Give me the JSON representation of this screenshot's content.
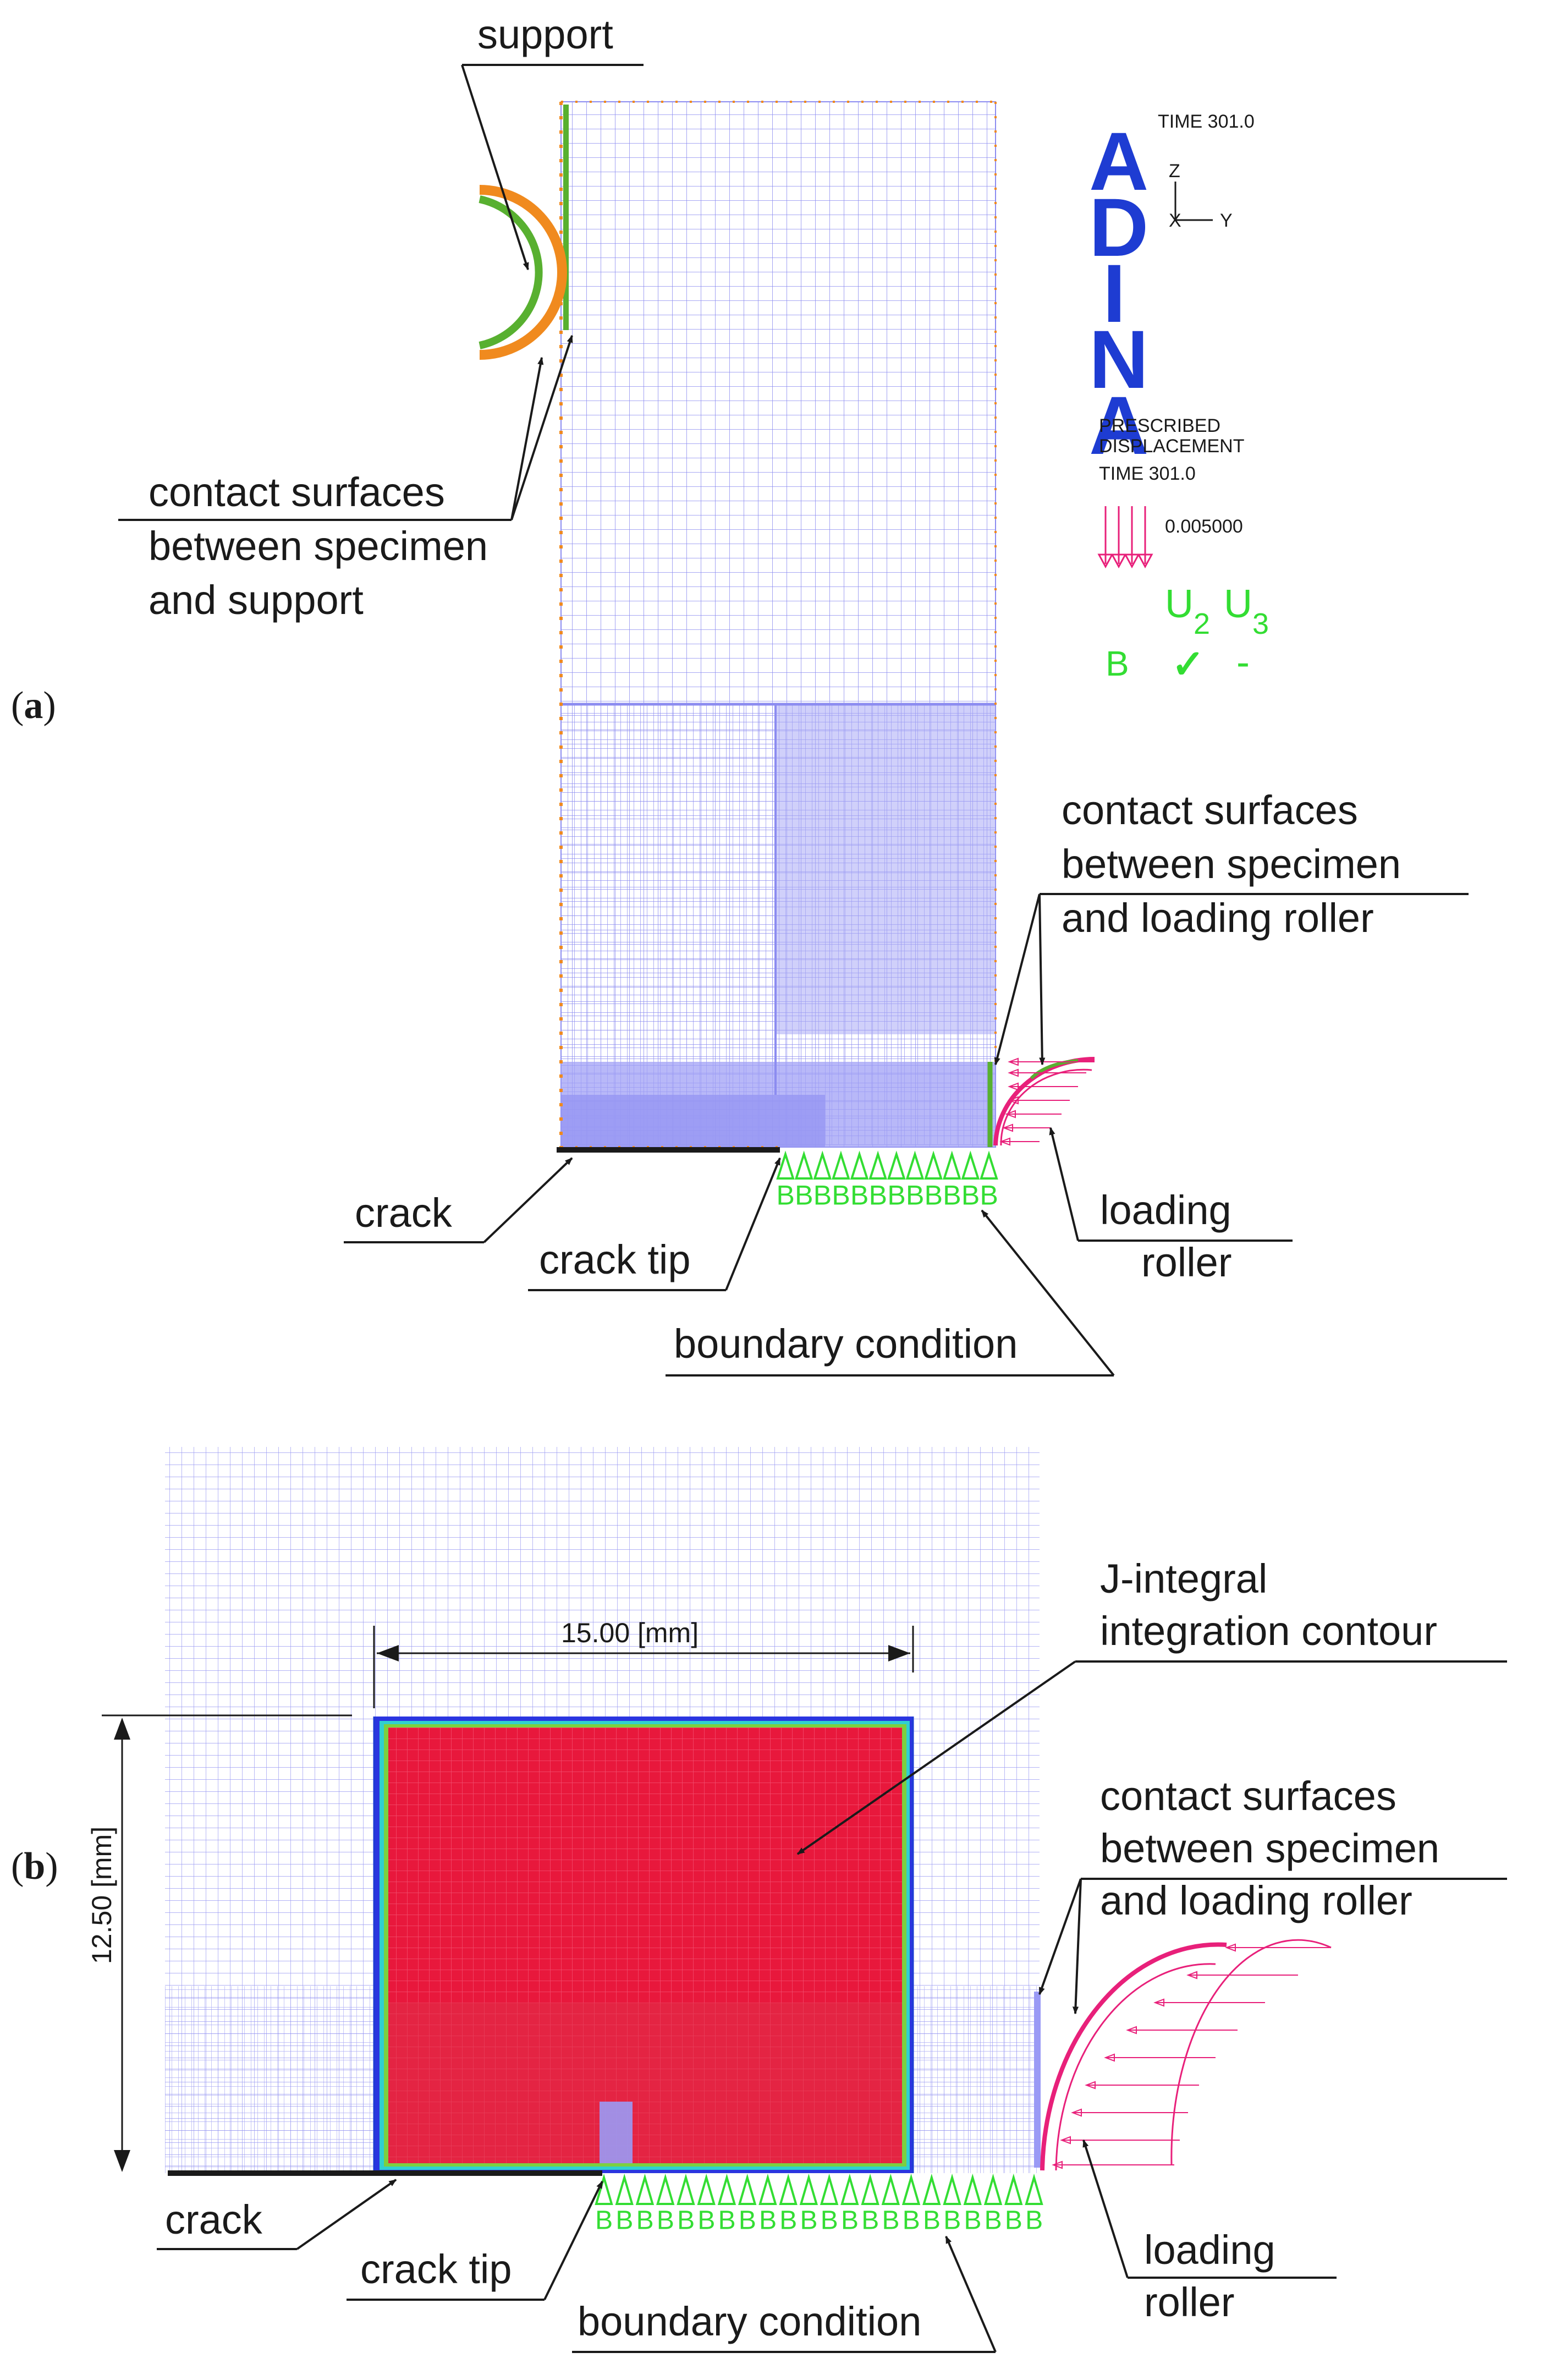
{
  "panel_a": {
    "tag_prefix": "(",
    "tag_letter": "a",
    "tag_suffix": ")",
    "labels": {
      "support": "support",
      "contact_support_1": "contact surfaces",
      "contact_support_2": "between specimen",
      "contact_support_3": "and support",
      "contact_roller_1": "contact surfaces",
      "contact_roller_2": "between specimen",
      "contact_roller_3": "and loading roller",
      "crack": "crack",
      "crack_tip": "crack tip",
      "boundary_condition": "boundary condition",
      "loading_1": "loading",
      "loading_2": "roller"
    },
    "adina": {
      "letters": [
        "A",
        "D",
        "I",
        "N",
        "A"
      ],
      "time": "TIME 301.0",
      "axis_z": "Z",
      "axis_x": "X",
      "axis_y": "Y",
      "prescribed_1": "PRESCRIBED",
      "prescribed_2": "DISPLACEMENT",
      "time2": "TIME 301.0",
      "displacement_value": "0.005000",
      "bc_table": {
        "u2_main": "U",
        "u2_sub": "2",
        "u3_main": "U",
        "u3_sub": "3",
        "row_label": "B",
        "check": "✓",
        "dash": "-"
      }
    },
    "bc_letter": "B"
  },
  "panel_b": {
    "tag_prefix": "(",
    "tag_letter": "b",
    "tag_suffix": ")",
    "labels": {
      "jint_1": "J-integral",
      "jint_2": "integration contour",
      "contact_roller_1": "contact surfaces",
      "contact_roller_2": "between specimen",
      "contact_roller_3": "and loading roller",
      "crack": "crack",
      "crack_tip": "crack tip",
      "boundary_condition": "boundary condition",
      "loading_1": "loading",
      "loading_2": "roller"
    },
    "dimension_width": "15.00 [mm]",
    "dimension_height": "12.50 [mm]",
    "bc_letter": "B"
  },
  "colors": {
    "mesh": "#8c8cf0",
    "mesh_fill": "#a0a0f5",
    "red_region": "#e8183c",
    "support_orange": "#f08a1e",
    "support_green": "#58b030",
    "load_magenta": "#e8207a",
    "bc_green": "#33dd33",
    "adina_blue": "#1e3cd2",
    "crack_black": "#1a1a1a"
  }
}
